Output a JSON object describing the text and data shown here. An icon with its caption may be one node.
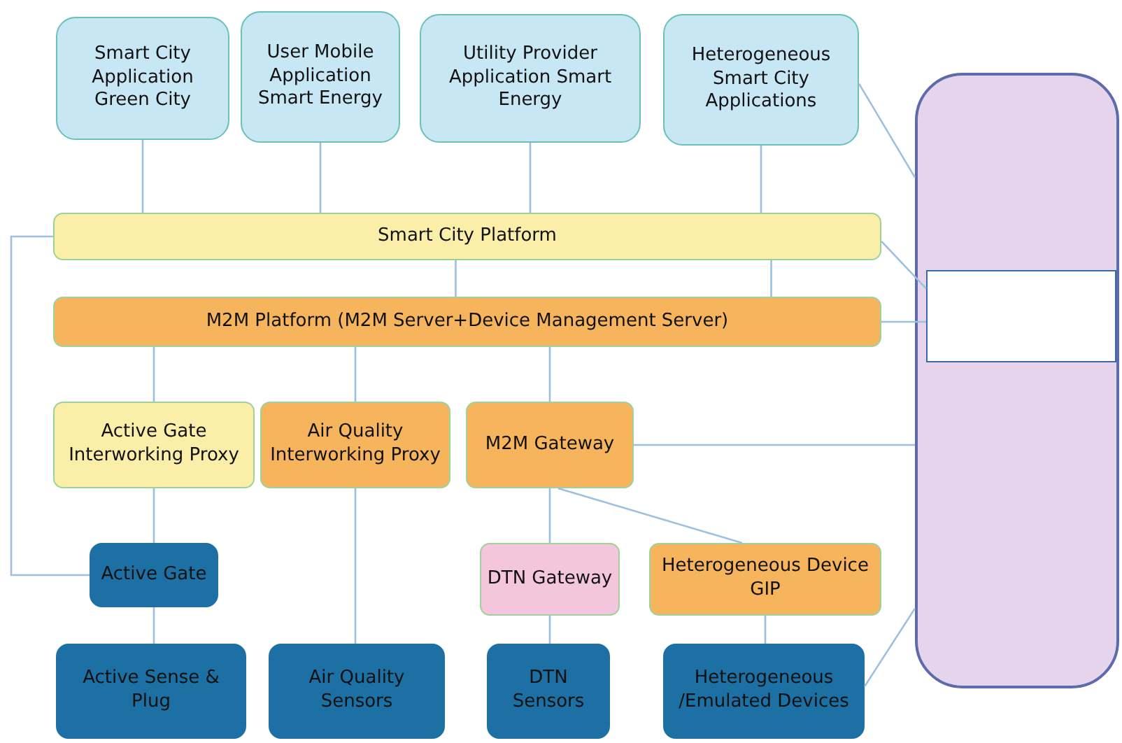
{
  "diagram": {
    "nodes": [
      {
        "text": [
          "Smart City Application Green City"
        ]
      },
      {
        "text": [
          "User Mobile Application Smart Energy"
        ]
      },
      {
        "text": [
          "Utility Provider Application Smart Energy"
        ]
      },
      {
        "text": [
          "Heterogeneous Smart City Applications"
        ]
      },
      {
        "text": [],
        "shape": "box"
      },
      {
        "text": [
          "Smart City Platform"
        ]
      },
      {
        "text": [
          "M2M Platform (M2M Server+Device Management Server)"
        ]
      },
      {
        "text": [],
        "shape": "box",
        "in": 4
      },
      {
        "text": [
          "Active Gate Interworking Proxy"
        ]
      },
      {
        "text": [
          "Air Quality Interworking Proxy"
        ]
      },
      {
        "text": [
          "M2M Gateway"
        ]
      },
      {
        "text": [
          "Active Gate"
        ]
      },
      {
        "text": [
          "DTN Gateway"
        ]
      },
      {
        "text": [
          "Heterogeneous Device GIP"
        ]
      },
      {
        "text": [
          "Active Sense & Plug"
        ]
      },
      {
        "text": [
          "Air Quality Sensors"
        ]
      },
      {
        "text": [
          "DTN Sensors"
        ]
      },
      {
        "text": [
          "Heterogeneous /Emulated Devices"
        ]
      }
    ],
    "edges": [
      {
        "from": 0,
        "to": 5,
        "arrow": "none"
      },
      {
        "from": 1,
        "to": 5,
        "arrow": "none"
      },
      {
        "from": 2,
        "to": 5,
        "arrow": "none"
      },
      {
        "from": 3,
        "to": 5,
        "arrow": "none"
      },
      {
        "from": 3,
        "to": 4,
        "arrow": "none"
      },
      {
        "from": 5,
        "to": 6,
        "arrow": "none"
      },
      {
        "from": 5,
        "to": 6,
        "arrow": "none"
      },
      {
        "from": 5,
        "to": 7,
        "arrow": "none"
      },
      {
        "from": 6,
        "to": 7,
        "arrow": "none"
      },
      {
        "from": 6,
        "to": 8,
        "arrow": "none"
      },
      {
        "from": 6,
        "to": 9,
        "arrow": "none"
      },
      {
        "from": 6,
        "to": 10,
        "arrow": "none"
      },
      {
        "from": 10,
        "to": 4,
        "arrow": "none"
      },
      {
        "from": 5,
        "to": 11,
        "arrow": "none"
      },
      {
        "from": 8,
        "to": 11,
        "arrow": "none"
      },
      {
        "from": 11,
        "to": 14,
        "arrow": "none"
      },
      {
        "from": 9,
        "to": 15,
        "arrow": "none"
      },
      {
        "from": 10,
        "to": 12,
        "arrow": "none"
      },
      {
        "from": 10,
        "to": 13,
        "arrow": "none"
      },
      {
        "from": 12,
        "to": 16,
        "arrow": "none"
      },
      {
        "from": 13,
        "to": 17,
        "arrow": "none"
      },
      {
        "from": 17,
        "to": 4,
        "arrow": "none"
      }
    ]
  }
}
